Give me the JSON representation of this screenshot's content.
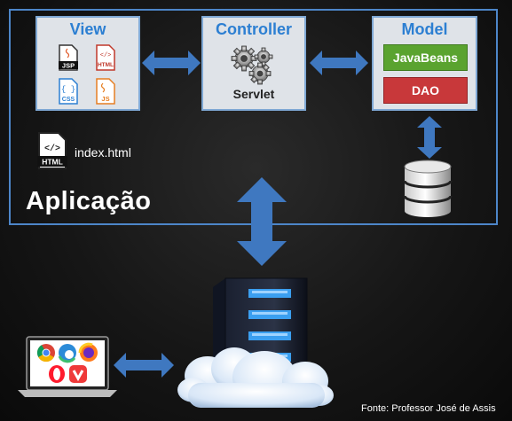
{
  "view": {
    "title": "View",
    "icons": [
      {
        "label": "JSP",
        "icon": "jsp-file-icon"
      },
      {
        "label": "HTML",
        "icon": "html-file-icon"
      },
      {
        "label": "CSS",
        "icon": "css-file-icon"
      },
      {
        "label": "JS",
        "icon": "js-file-icon"
      }
    ]
  },
  "controller": {
    "title": "Controller",
    "label": "Servlet"
  },
  "model": {
    "title": "Model",
    "java_beans": "JavaBeans",
    "dao": "DAO"
  },
  "index_file": {
    "icon_label": "HTML",
    "name": "index.html"
  },
  "app_label": "Aplicação",
  "credit": "Fonte: Professor José de Assis",
  "colors": {
    "accent_blue": "#2c7fd2",
    "frame_blue": "#4d86c9",
    "arrow_blue": "#3f78c0",
    "green": "#5aa32f",
    "red": "#c8383a"
  }
}
